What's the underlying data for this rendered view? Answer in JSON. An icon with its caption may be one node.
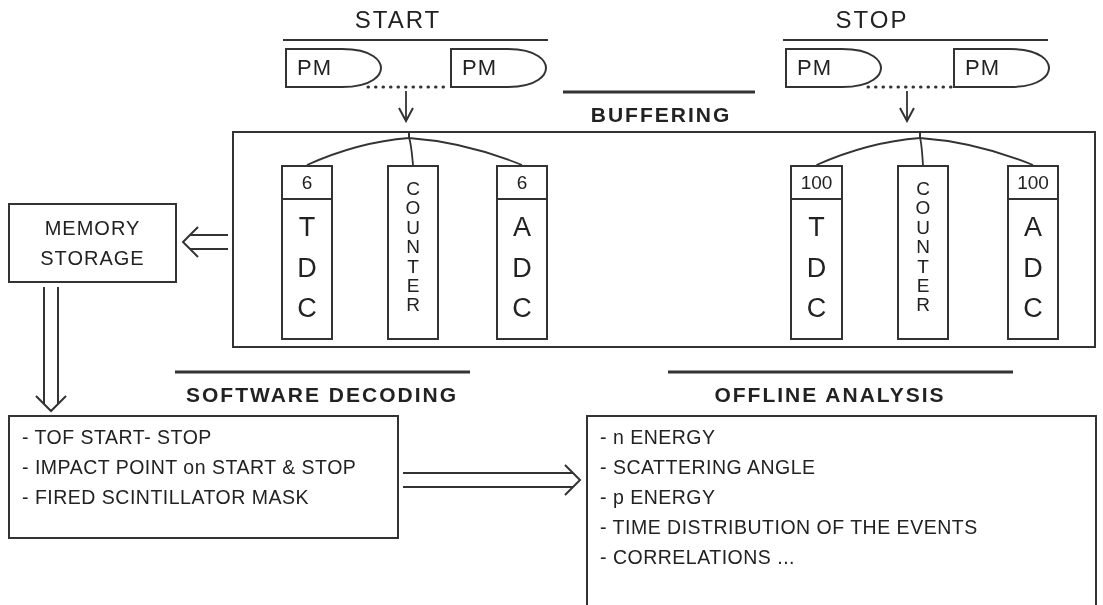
{
  "diagram": {
    "nodes": [
      {
        "text": [
          "PM"
        ]
      },
      {
        "text": [
          "PM"
        ]
      },
      {
        "text": [
          "PM"
        ]
      },
      {
        "text": [
          "PM"
        ]
      },
      {
        "text": [
          "BUFFERING"
        ]
      },
      {
        "text": [
          "6",
          "TDC"
        ],
        "in": 4
      },
      {
        "text": [
          "COUNTER"
        ],
        "in": 4
      },
      {
        "text": [
          "6",
          "ADC"
        ],
        "in": 4
      },
      {
        "text": [
          "100",
          "TDC"
        ],
        "in": 4
      },
      {
        "text": [
          "COUNTER"
        ],
        "in": 4
      },
      {
        "text": [
          "100",
          "ADC"
        ],
        "in": 4
      },
      {
        "text": [
          "MEMORY STORAGE"
        ]
      },
      {
        "text": [
          "SOFTWARE DECODING",
          "- TOF START- STOP",
          "- IMPACT POINT on START & STOP",
          "- FIRED SCINTILLATOR MASK"
        ]
      },
      {
        "text": [
          "OFFLINE ANALYSIS",
          "- n ENERGY",
          "- SCATTERING ANGLE",
          "- p ENERGY",
          "- TIME DISTRIBUTION OF THE EVENTS",
          "- CORRELATIONS ..."
        ]
      }
    ],
    "edges": [
      {
        "from": 0,
        "to": 1,
        "arrow": "none",
        "style": "dashed"
      },
      {
        "from": null,
        "to": 4,
        "arrow": "to"
      },
      {
        "from": 2,
        "to": 3,
        "arrow": "none",
        "style": "dashed"
      },
      {
        "from": null,
        "to": 4,
        "arrow": "to"
      },
      {
        "from": 4,
        "to": 5,
        "arrow": "none"
      },
      {
        "from": 4,
        "to": 6,
        "arrow": "none"
      },
      {
        "from": 4,
        "to": 7,
        "arrow": "none"
      },
      {
        "from": 4,
        "to": 8,
        "arrow": "none"
      },
      {
        "from": 4,
        "to": 9,
        "arrow": "none"
      },
      {
        "from": 4,
        "to": 10,
        "arrow": "none"
      },
      {
        "from": 4,
        "to": 11,
        "arrow": "to"
      },
      {
        "from": 11,
        "to": 12,
        "arrow": "to"
      },
      {
        "from": 12,
        "to": 13,
        "arrow": "to"
      }
    ],
    "labels": [
      "START",
      "STOP"
    ]
  }
}
